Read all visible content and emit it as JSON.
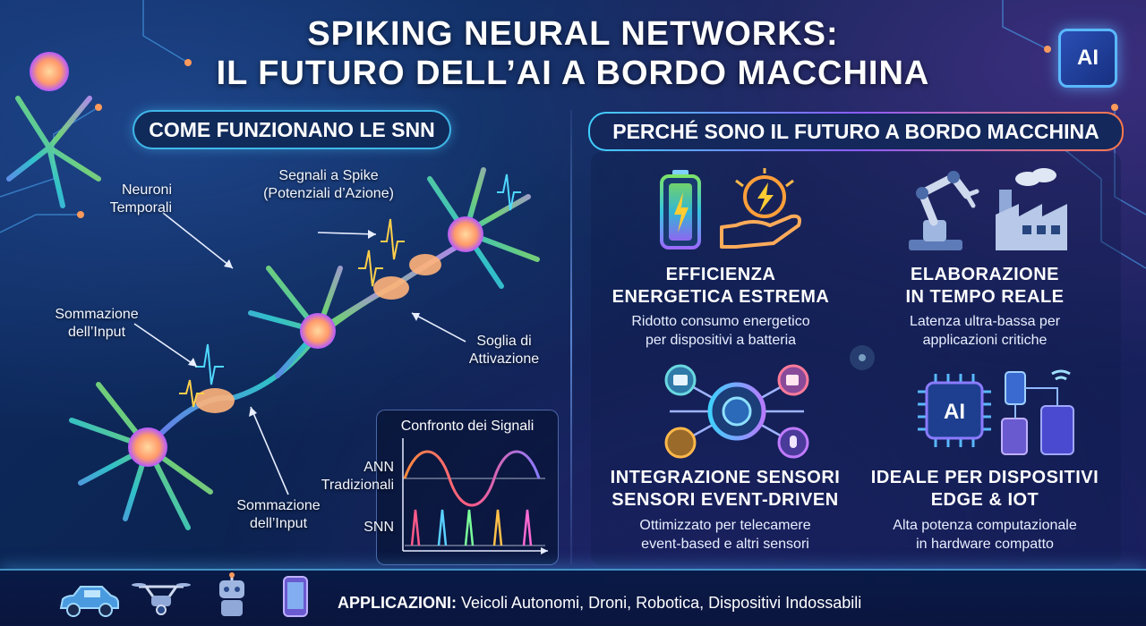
{
  "header": {
    "title_line1": "SPIKING NEURAL NETWORKS:",
    "title_line2": "IL FUTURO DELL’AI A BORDO MACCHINA",
    "chip_label": "AI"
  },
  "left": {
    "section_title": "COME FUNZIONANO LE SNN",
    "labels": {
      "neuroni_1": "Neuroni",
      "neuroni_2": "Temporali",
      "segnali_1": "Segnali a Spike",
      "segnali_2": "(Potenziali d’Azione)",
      "somm_a1": "Sommazione",
      "somm_a2": "dell’Input",
      "soglia_1": "Soglia di",
      "soglia_2": "Attivazione",
      "somm_b1": "Sommazione",
      "somm_b2": "dell’Input"
    },
    "chart": {
      "title": "Confronto dei Signali",
      "ann_1": "ANN",
      "ann_2": "Tradizionali",
      "snn": "SNN"
    }
  },
  "right": {
    "section_title": "PERCHÉ SONO IL FUTURO A BORDO MACCHINA",
    "features": [
      {
        "title_1": "EFFICIENZA",
        "title_2": "ENERGETICA ESTREMA",
        "desc_1": "Ridotto consumo energetico",
        "desc_2": "per dispositivi a batteria",
        "icons": [
          "battery-icon",
          "energy-hand-icon"
        ]
      },
      {
        "title_1": "ELABORAZIONE",
        "title_2": "IN TEMPO REALE",
        "desc_1": "Latenza ultra-bassa per",
        "desc_2": "applicazioni critiche",
        "icons": [
          "robot-arm-icon",
          "factory-icon"
        ]
      },
      {
        "title_1": "INTEGRAZIONE SENSORI",
        "title_2": "SENSORI EVENT-DRIVEN",
        "desc_1": "Ottimizzato per telecamere",
        "desc_2": "event-based e altri sensori",
        "icons": [
          "sensor-hub-icon"
        ]
      },
      {
        "title_1": "IDEALE PER DISPOSITIVI",
        "title_2": "EDGE & IOT",
        "desc_1": "Alta potenza computazionale",
        "desc_2": "in hardware compatto",
        "icons": [
          "ai-chip-icon",
          "devices-icon"
        ],
        "chip_label": "AI"
      }
    ]
  },
  "footer": {
    "label": "APPLICAZIONI:",
    "items": " Veicoli Autonomi, Droni, Robotica, Dispositivi Indossabili",
    "icons": [
      "car-icon",
      "drone-icon",
      "robot-icon",
      "smartphone-icon"
    ]
  },
  "colors": {
    "background": "#0b2350",
    "accent_cyan": "#3fd0ff",
    "accent_purple": "#8a5bff",
    "accent_orange": "#ff7a4a",
    "ann_wave": "#ff8a3d",
    "spike_colors": [
      "#ff5a8a",
      "#5ad0ff",
      "#7cff9a",
      "#ffc04a",
      "#ff6ad5"
    ]
  }
}
